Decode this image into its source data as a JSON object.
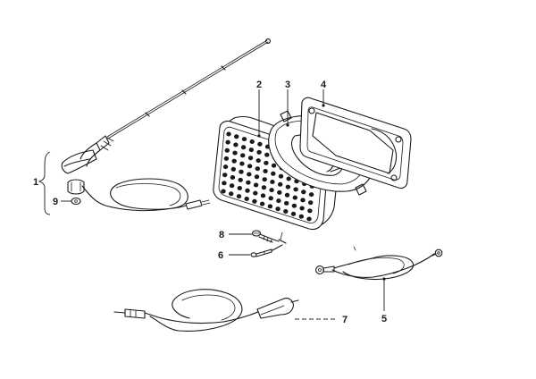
{
  "diagram": {
    "labels": {
      "antenna": "1",
      "speaker_grille": "2",
      "loudspeaker": "3",
      "speaker_frame": "4",
      "ground_cable": "5",
      "screw": "8",
      "plug": "6",
      "antenna_cable": "7",
      "nut": "9"
    }
  }
}
